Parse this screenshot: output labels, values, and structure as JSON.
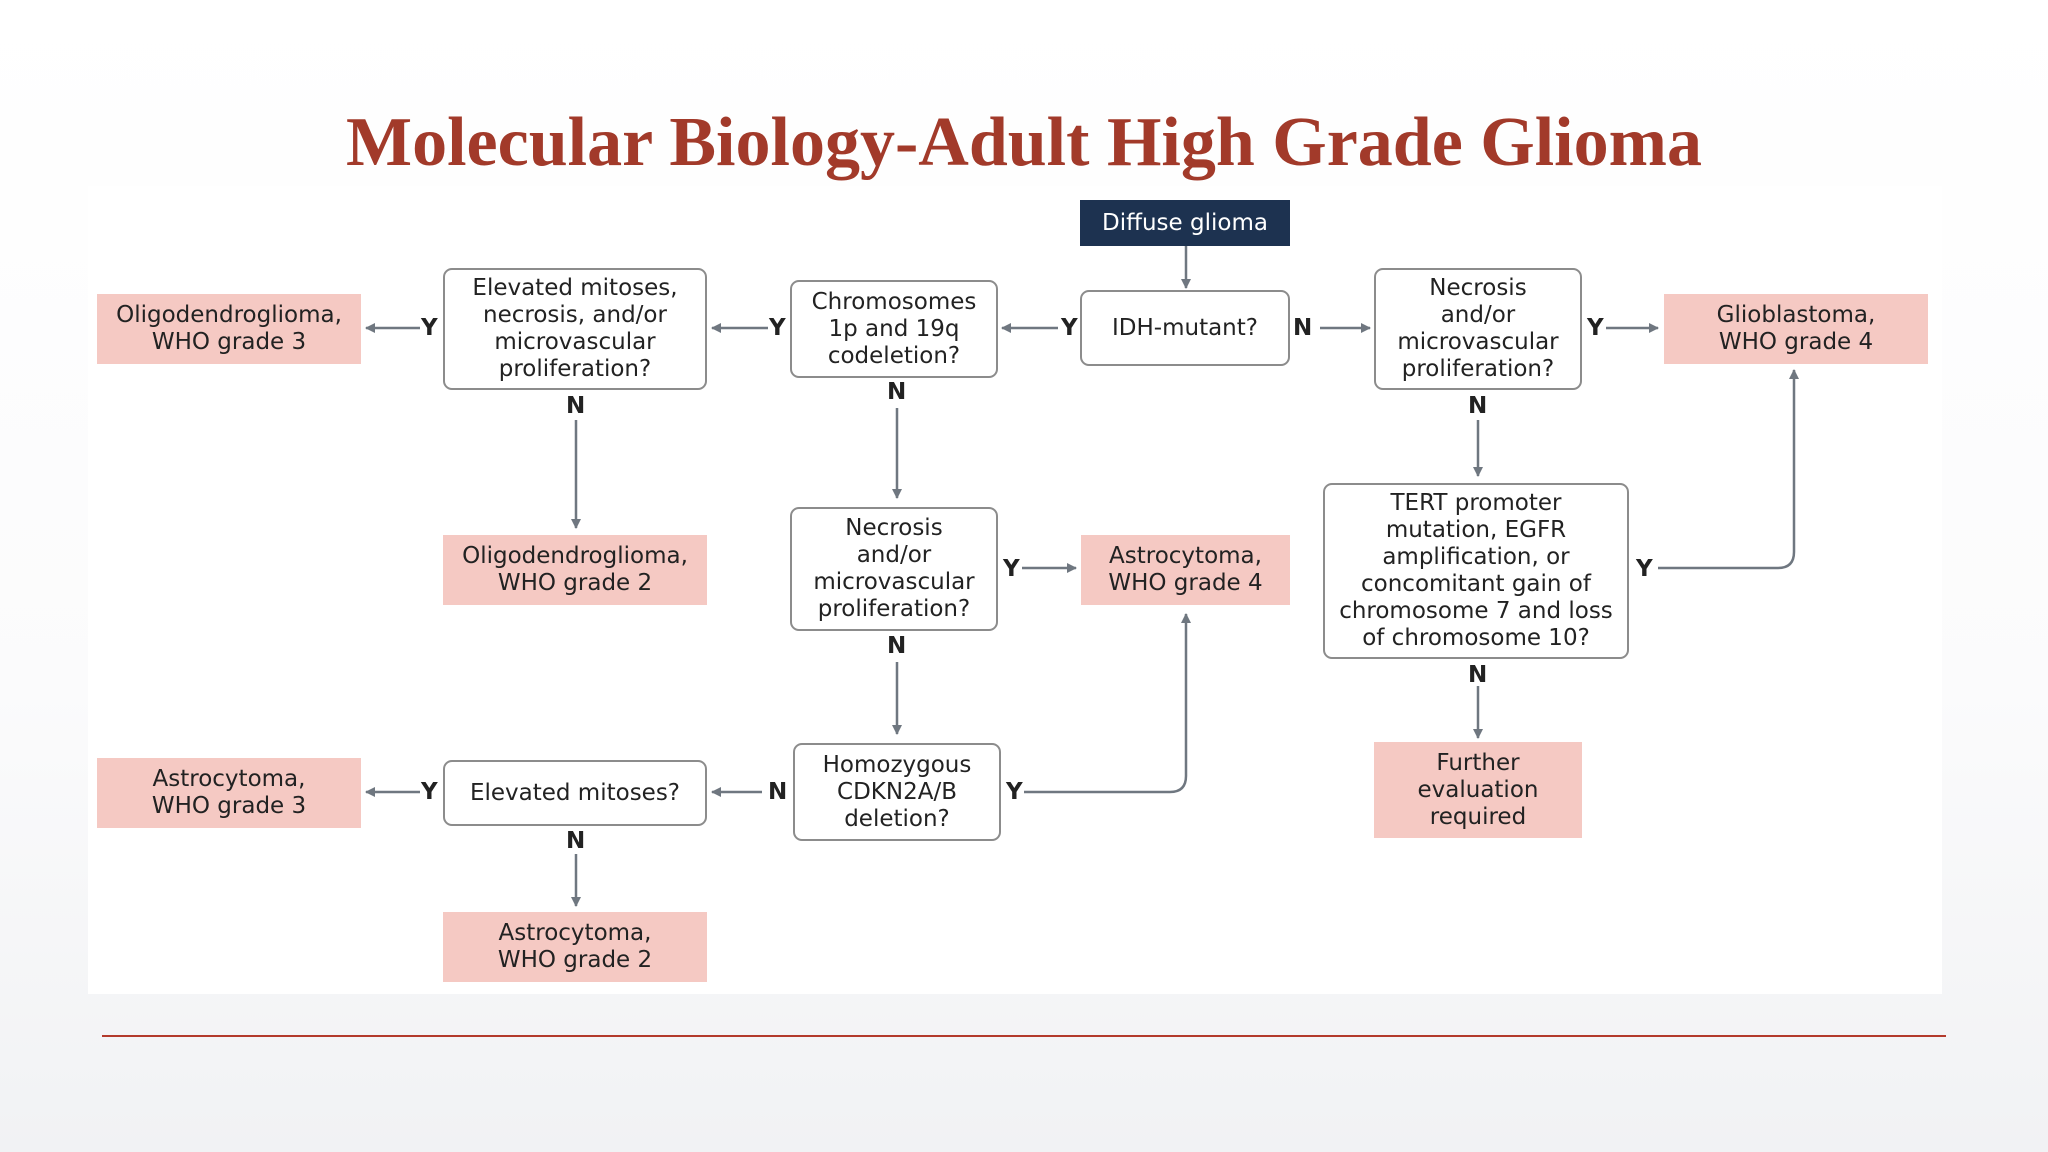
{
  "slide": {
    "title": "Molecular Biology-Adult High Grade Glioma"
  },
  "diagram": {
    "nodes": {
      "diffuse_glioma": "Diffuse glioma",
      "idh_mutant": "IDH-mutant?",
      "codeletion": "Chromosomes\n1p and 19q\ncodeletion?",
      "elevated_mitoses_necrosis": "Elevated mitoses,\nnecrosis, and/or\nmicrovascular\nproliferation?",
      "oligo_grade3": "Oligodendroglioma,\nWHO grade 3",
      "oligo_grade2": "Oligodendroglioma,\nWHO grade 2",
      "necrosis_idh_mut": "Necrosis\nand/or\nmicrovascular\nproliferation?",
      "astro_grade4": "Astrocytoma,\nWHO grade 4",
      "cdkn2a": "Homozygous\nCDKN2A/B\ndeletion?",
      "elevated_mitoses": "Elevated mitoses?",
      "astro_grade3": "Astrocytoma,\nWHO grade 3",
      "astro_grade2": "Astrocytoma,\nWHO grade 2",
      "necrosis_idh_wt": "Necrosis\nand/or\nmicrovascular\nproliferation?",
      "gbm_grade4": "Glioblastoma,\nWHO grade 4",
      "tert": "TERT promoter\nmutation, EGFR\namplification, or\nconcomitant gain of\nchromosome 7 and loss\nof chromosome 10?",
      "further_evaluation": "Further\nevaluation\nrequired"
    },
    "branch_labels": {
      "yes": "Y",
      "no": "N"
    },
    "colors": {
      "title": "#a23a2a",
      "root_fill": "#1d3250",
      "outcome_fill": "#f5c9c3",
      "question_border": "#8c8c8c",
      "arrow": "#6f7780",
      "rule": "#b33a2c"
    }
  }
}
